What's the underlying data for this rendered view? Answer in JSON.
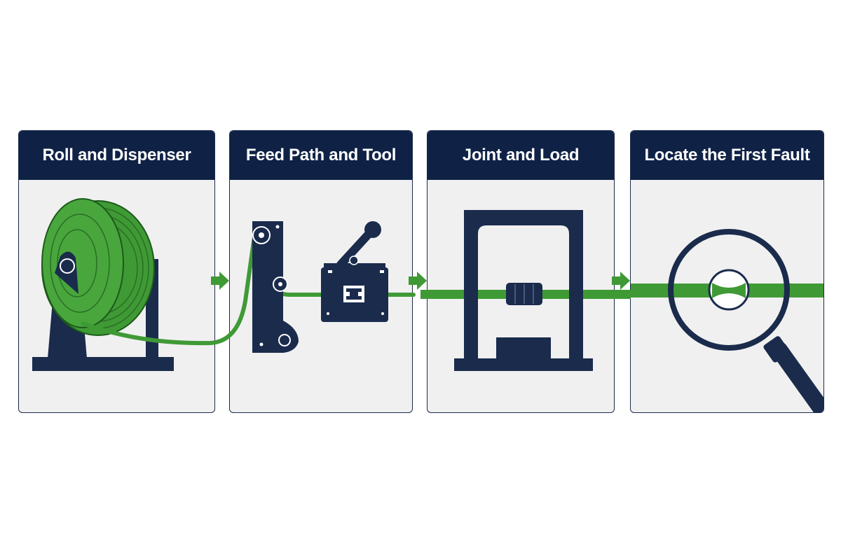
{
  "panels": [
    {
      "title": "Roll and Dispenser"
    },
    {
      "title": "Feed Path and Tool"
    },
    {
      "title": "Joint and Load"
    },
    {
      "title": "Locate the First Fault"
    }
  ],
  "colors": {
    "navy": "#1a2b4c",
    "header": "#0f2246",
    "green": "#3f9a35",
    "panel_bg": "#f0f0f0"
  },
  "icons": [
    "roll-icon",
    "dispenser-stand-icon",
    "guide-bracket-icon",
    "crimp-tool-icon",
    "load-frame-icon",
    "joint-icon",
    "magnifier-icon",
    "arrow-right-icon"
  ]
}
